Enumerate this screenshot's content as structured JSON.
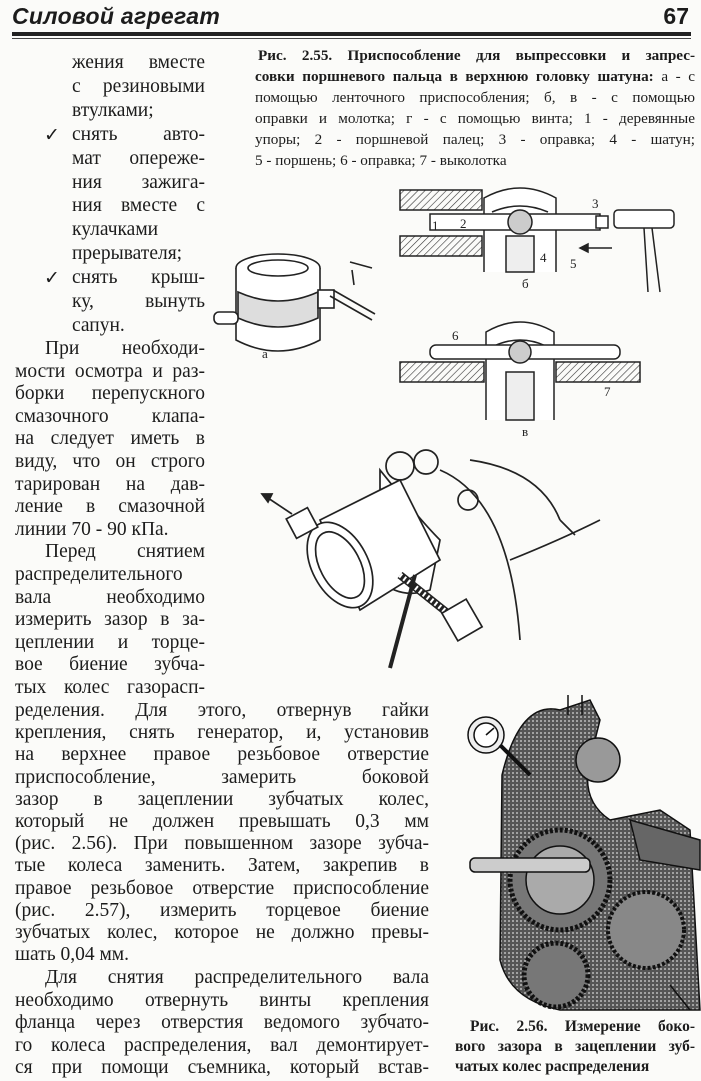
{
  "header": {
    "title": "Силовой агрегат",
    "page_number": "67"
  },
  "body": {
    "paragraphs": [
      {
        "bullet": false,
        "indent": false,
        "lines": [
          "жения вместе",
          "с резиновыми",
          "втулками;"
        ]
      },
      {
        "bullet": true,
        "indent": false,
        "lines": [
          "снять авто-",
          "мат опереже-",
          "ния зажига-",
          "ния вместе с",
          "кулачками",
          "прерывателя;"
        ]
      },
      {
        "bullet": true,
        "indent": false,
        "lines": [
          "снять крыш-",
          "ку, вынуть",
          "сапун."
        ]
      },
      {
        "bullet": false,
        "indent": true,
        "lines": [
          "При необходи-",
          "мости осмотра и раз-",
          "борки перепускного",
          "смазочного клапа-",
          "на следует иметь в",
          "виду, что он строго",
          "тарирован на дав-",
          "ление в смазочной",
          "линии 70 - 90 кПа."
        ]
      },
      {
        "bullet": false,
        "indent": true,
        "lines": [
          "Перед снятием",
          "распределительного",
          "вала необходимо",
          "измерить зазор в за-",
          "цеплении и торце-",
          "вое биение зубча-",
          "тых колес газорасп-",
          "ределения. Для этого, отвернув гайки",
          "крепления, снять генератор, и, установив",
          "на верхнее правое резьбовое отверстие",
          "приспособление, замерить боковой",
          "зазор в зацеплении зубчатых колес,",
          "который не должен превышать 0,3 мм",
          "(рис. 2.56). При повышенном зазоре зубча-",
          "тые колеса заменить. Затем, закрепив в",
          "правое резьбовое отверстие приспособление",
          "(рис. 2.57), измерить торцевое биение",
          "зубчатых колес, которое не должно превы-",
          "шать 0,04 мм."
        ]
      },
      {
        "bullet": false,
        "indent": true,
        "continues": true,
        "lines": [
          "Для снятия распределительного вала",
          "необходимо отвернуть винты крепления",
          "фланца через отверстия ведомого зубчато-",
          "го колеса распределения, вал демонтирует-",
          "ся при помощи съемника, который встав-"
        ]
      }
    ],
    "bullet_icon": "✓"
  },
  "figure_255": {
    "caption_lines": [
      {
        "bold": "Рис. 2.55. Приспособление для выпрессовки и запрес-",
        "rest": ""
      },
      {
        "bold": "совки поршневого пальца в верхнюю головку шатуна:",
        "rest": " а - с"
      },
      {
        "bold": "",
        "rest": "помощью ленточного приспособления; б, в - с помощью"
      },
      {
        "bold": "",
        "rest": "оправки и молотка; г - с помощью винта; 1 - деревянные"
      },
      {
        "bold": "",
        "rest": "упоры; 2 - поршневой палец; 3 - оправка; 4 - шатун;"
      },
      {
        "bold": "",
        "rest": "5 - поршень; 6 - оправка; 7 - выколотка"
      }
    ],
    "labels": {
      "a": "а",
      "b": "б",
      "v": "в",
      "n1": "1",
      "n2": "2",
      "n3": "3",
      "n4": "4",
      "n5": "5",
      "n6": "6",
      "n7": "7"
    }
  },
  "figure_256": {
    "caption_lines": [
      "Рис. 2.56. Измерение боко-",
      "вого зазора в зацеплении зуб-",
      "чатых колес распределения"
    ]
  }
}
